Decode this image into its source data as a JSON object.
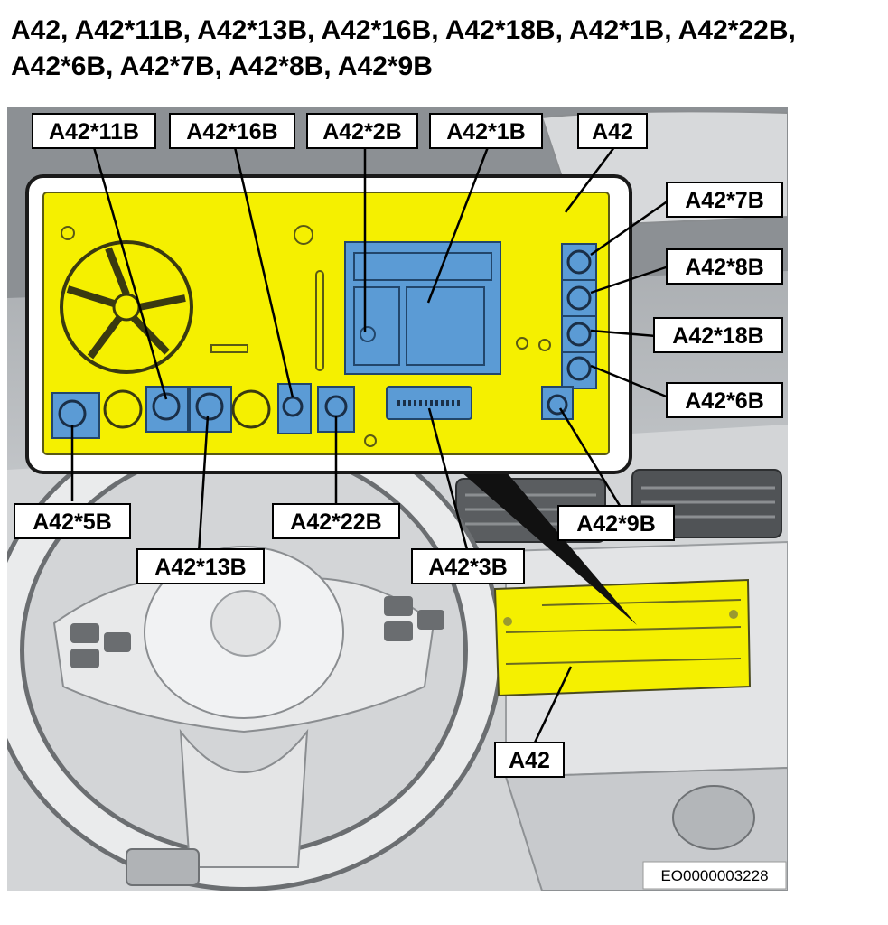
{
  "heading": {
    "line1": "A42, A42*11B, A42*13B, A42*16B, A42*18B, A42*1B, A42*22B,",
    "line2": "A42*6B, A42*7B, A42*8B, A42*9B"
  },
  "labels": {
    "a42_11b": "A42*11B",
    "a42_16b": "A42*16B",
    "a42_2b": "A42*2B",
    "a42_1b": "A42*1B",
    "a42_top": "A42",
    "a42_7b": "A42*7B",
    "a42_8b": "A42*8B",
    "a42_18b": "A42*18B",
    "a42_6b": "A42*6B",
    "a42_5b": "A42*5B",
    "a42_22b": "A42*22B",
    "a42_9b": "A42*9B",
    "a42_13b": "A42*13B",
    "a42_3b": "A42*3B",
    "a42_bottom": "A42"
  },
  "reference_code": "EO0000003228",
  "colors": {
    "highlight": "#f5f000",
    "connector": "#5b9bd5",
    "panel_border": "#1a1a1a",
    "background_grey": "#c9cccf"
  }
}
